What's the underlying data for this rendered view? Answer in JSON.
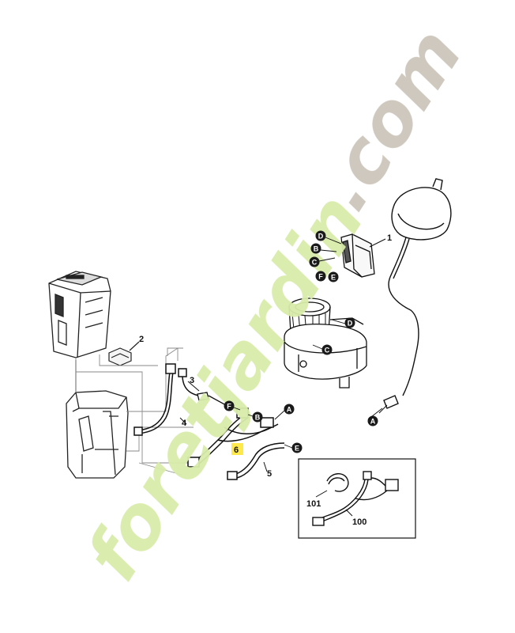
{
  "watermark": {
    "text_main": "foretjardin",
    "text_tld": ".com",
    "color_main": "#d8ecaa",
    "color_tld": "#cdc6bb"
  },
  "colors": {
    "line": "#222222",
    "faint": "#9a9a9a",
    "marker": "#1a1a1a",
    "highlight": "#ffe84a"
  },
  "callouts": {
    "c1": "1",
    "c2": "2",
    "c3": "3",
    "c4": "4",
    "c5": "5",
    "c6": "6",
    "c100": "100",
    "c101": "101"
  },
  "markers": {
    "m_d1": "D",
    "m_b1": "B",
    "m_c1": "C",
    "m_f1": "F",
    "m_e1": "E",
    "m_d2": "D",
    "m_c2": "C",
    "m_a1": "A",
    "m_f2": "F",
    "m_b2": "B",
    "m_a2": "A",
    "m_e2": "E"
  }
}
